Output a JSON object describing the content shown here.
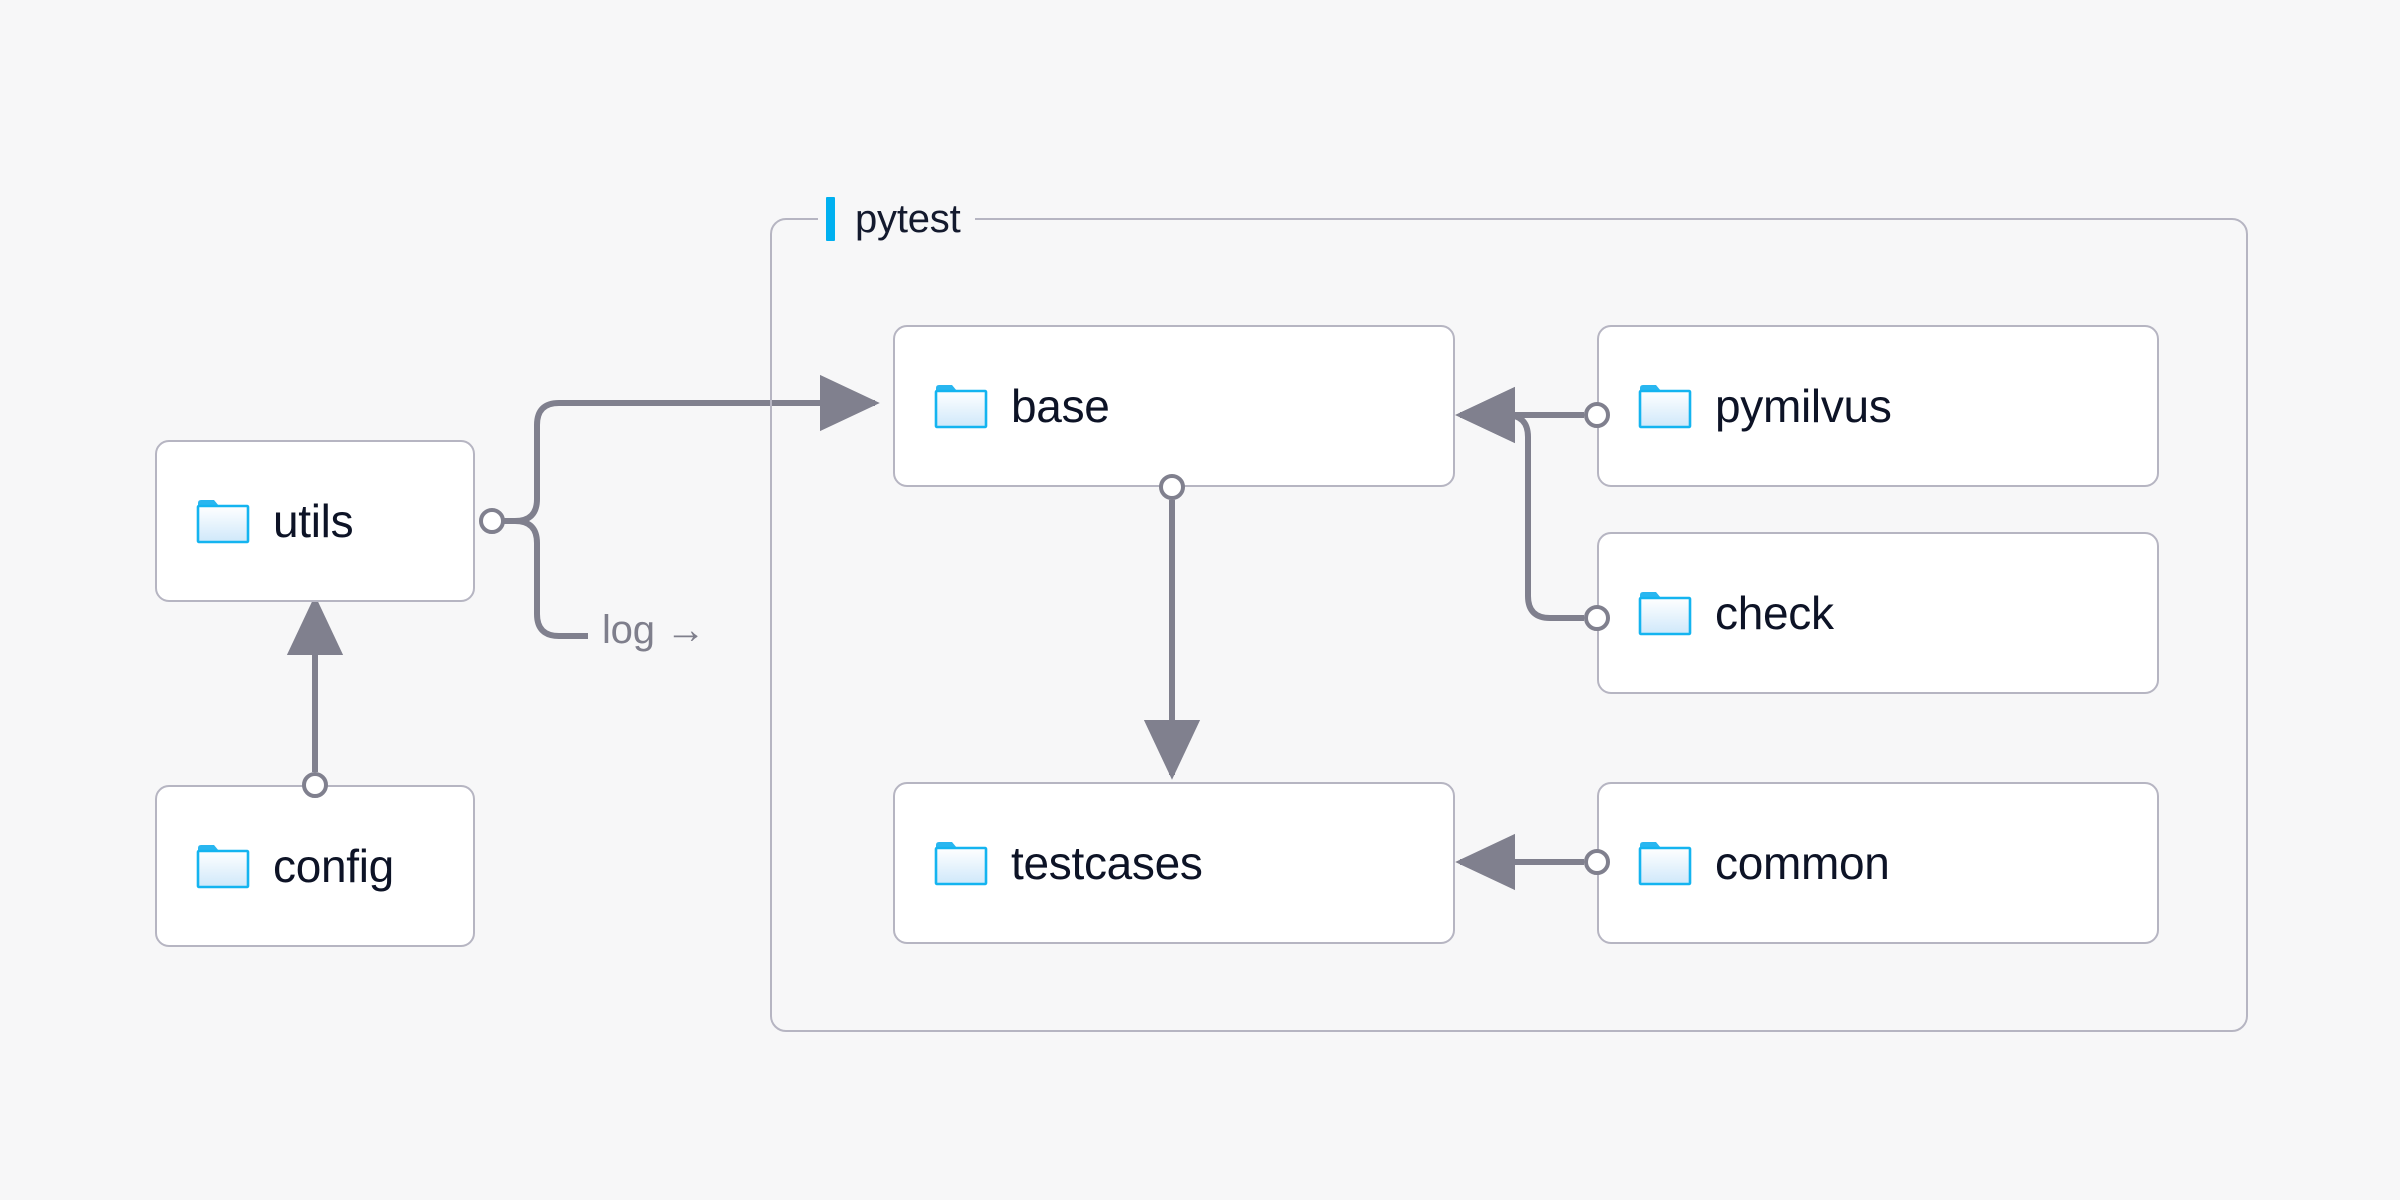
{
  "diagram": {
    "background_color": "#f7f7f8",
    "node_border_color": "#b6b5c2",
    "node_fill_color": "#ffffff",
    "edge_color": "#80808e",
    "text_color": "#0d1326",
    "accent_color": "#00b0f0",
    "folder_icon_color": "#14b4f0",
    "group": {
      "label": "pytest",
      "accent_color": "#00b0f0"
    },
    "nodes": [
      {
        "id": "utils",
        "label": "utils",
        "icon": "folder-icon"
      },
      {
        "id": "config",
        "label": "config",
        "icon": "folder-icon"
      },
      {
        "id": "base",
        "label": "base",
        "icon": "folder-icon"
      },
      {
        "id": "testcases",
        "label": "testcases",
        "icon": "folder-icon"
      },
      {
        "id": "pymilvus",
        "label": "pymilvus",
        "icon": "folder-icon"
      },
      {
        "id": "check",
        "label": "check",
        "icon": "folder-icon"
      },
      {
        "id": "common",
        "label": "common",
        "icon": "folder-icon"
      }
    ],
    "edges": [
      {
        "id": "utils-base",
        "from": "utils",
        "to": "base",
        "label": ""
      },
      {
        "id": "utils-log",
        "from": "utils",
        "to": "pytest",
        "label": "log"
      },
      {
        "id": "config-utils",
        "from": "config",
        "to": "utils",
        "label": ""
      },
      {
        "id": "base-testcases",
        "from": "base",
        "to": "testcases",
        "label": ""
      },
      {
        "id": "pymilvus-base",
        "from": "pymilvus",
        "to": "base",
        "label": ""
      },
      {
        "id": "check-base",
        "from": "check",
        "to": "base",
        "label": ""
      },
      {
        "id": "common-testcases",
        "from": "common",
        "to": "testcases",
        "label": ""
      }
    ],
    "edge_labels": {
      "log": "log",
      "log_arrow_glyph": "→"
    }
  }
}
